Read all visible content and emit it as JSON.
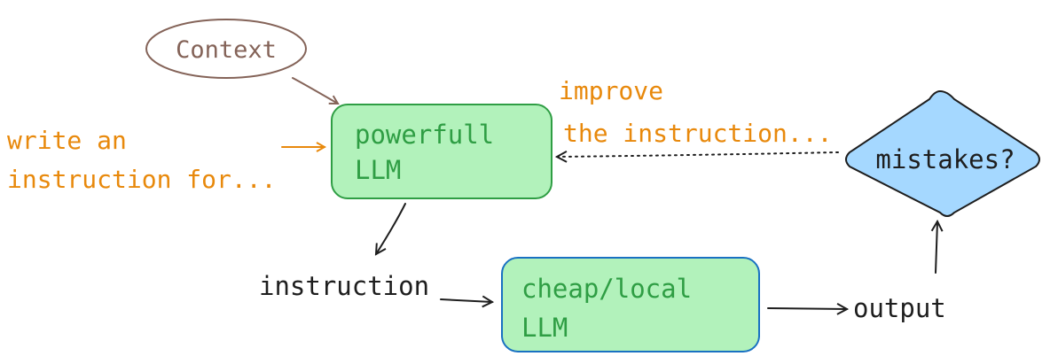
{
  "diagram": {
    "context_label": "Context",
    "powerful_llm": {
      "line1": "powerfull",
      "line2": "LLM"
    },
    "write_note": {
      "line1": "write an",
      "line2": "instruction for..."
    },
    "improve_note": {
      "line1": "improve",
      "line2": "the instruction..."
    },
    "mistakes_label": "mistakes?",
    "instruction_label": "instruction",
    "cheap_llm": {
      "line1": "cheap/local",
      "line2": "LLM"
    },
    "output_label": "output"
  },
  "colors": {
    "context_stroke": "#846358",
    "llm_fill": "#b2f2bb",
    "powerful_llm_stroke": "#2f9e44",
    "cheap_llm_stroke": "#1971c2",
    "llm_text": "#2f9e44",
    "note_text": "#e8890c",
    "diamond_fill": "#a5d8ff",
    "ink": "#1e1e1e"
  }
}
